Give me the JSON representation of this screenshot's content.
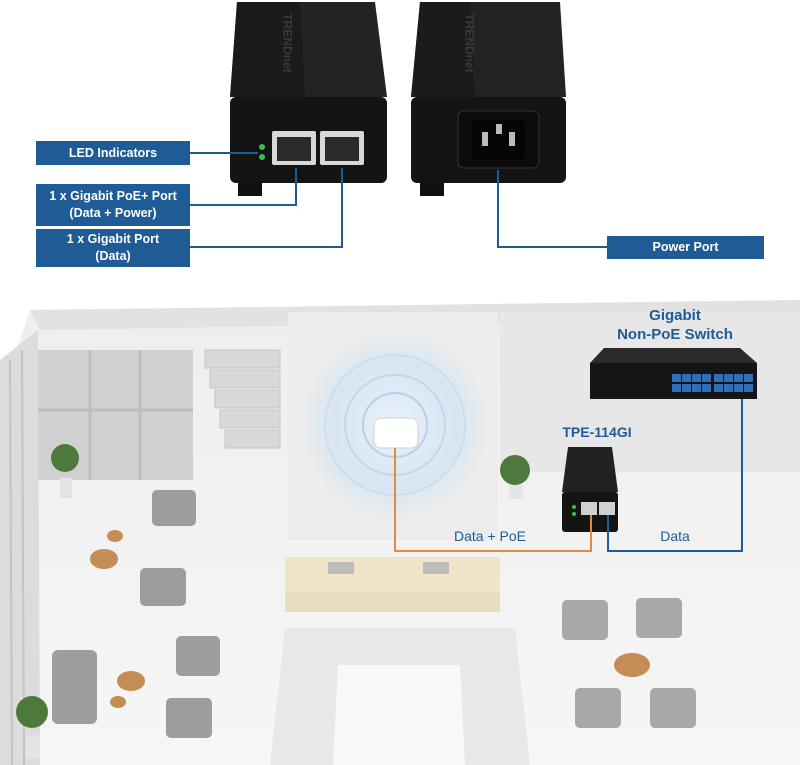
{
  "colors": {
    "label_bg": "#1f5b94",
    "connector_line": "#1f5b94",
    "poe_cable": "#e58a3a",
    "device_body": "#1c1c1c",
    "led_green": "#38c04a",
    "switch_port_blue": "#2f6fb8"
  },
  "top_callouts": {
    "led": "LED Indicators",
    "poe_port_line1": "1 x Gigabit PoE+ Port",
    "poe_port_line2": "(Data + Power)",
    "gigabit_port_line1": "1 x Gigabit Port",
    "gigabit_port_line2": "(Data)",
    "power_port": "Power Port"
  },
  "devices": {
    "brand": "TRENDnet"
  },
  "diagram": {
    "switch_line1": "Gigabit",
    "switch_line2": "Non-PoE Switch",
    "injector_model": "TPE-114GI",
    "cable_data_poe": "Data + PoE",
    "cable_data": "Data"
  }
}
